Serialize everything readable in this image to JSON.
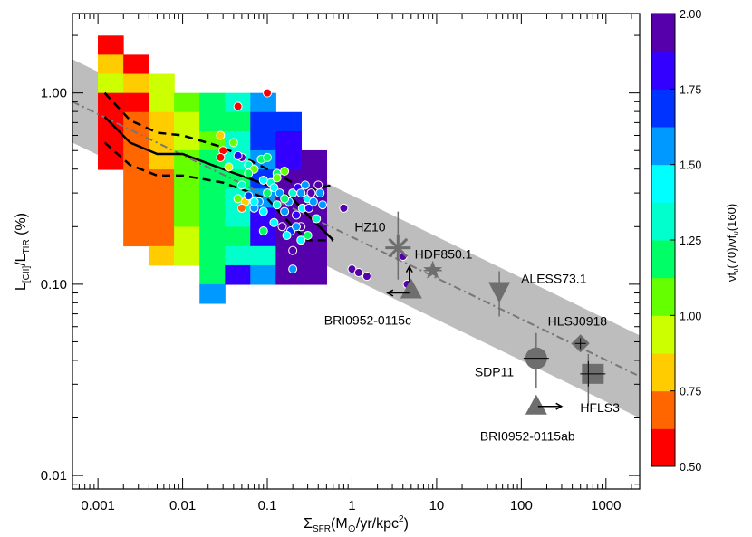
{
  "chart_data": {
    "type": "scatter",
    "title": "",
    "xlabel": "Σ_SFR(M⊙/yr/kpc²)",
    "ylabel": "L[CII]/LTIR (%)",
    "xlabel_parts": {
      "sym": "Σ",
      "sub": "SFR",
      "unit_pre": "(M",
      "sun": "⊙",
      "unit_post": "/yr/kpc",
      "sup": "2",
      "close": ")"
    },
    "ylabel_parts": {
      "L1": "L",
      "sub1": "[CII]",
      "sep": "/L",
      "sub2": "TIR",
      "pct": " (%)"
    },
    "xscale": "log",
    "yscale": "log",
    "xlim": [
      0.0005,
      2500
    ],
    "ylim": [
      0.0085,
      2.6
    ],
    "x_ticks": [
      {
        "v": 0.001,
        "label": "0.001"
      },
      {
        "v": 0.01,
        "label": "0.01"
      },
      {
        "v": 0.1,
        "label": "0.1"
      },
      {
        "v": 1,
        "label": "1"
      },
      {
        "v": 10,
        "label": "10"
      },
      {
        "v": 100,
        "label": "100"
      },
      {
        "v": 1000,
        "label": "1000"
      }
    ],
    "y_ticks": [
      {
        "v": 0.01,
        "label": "0.01"
      },
      {
        "v": 0.1,
        "label": "0.10"
      },
      {
        "v": 1,
        "label": "1.00"
      }
    ],
    "colorbar": {
      "label": "νfν(70)/νfν(160)",
      "label_parts": {
        "a": "ν",
        "b": "f",
        "c": "ν",
        "d": "(70)/",
        "e": "ν",
        "f": "f",
        "g": "ν",
        "h": "(160)"
      },
      "range": [
        0.5,
        2.0
      ],
      "ticks": [
        {
          "v": 0.5,
          "label": "0.50"
        },
        {
          "v": 0.75,
          "label": "0.75"
        },
        {
          "v": 1.0,
          "label": "1.00"
        },
        {
          "v": 1.25,
          "label": "1.25"
        },
        {
          "v": 1.5,
          "label": "1.50"
        },
        {
          "v": 1.75,
          "label": "1.75"
        },
        {
          "v": 2.0,
          "label": "2.00"
        }
      ],
      "colors": [
        "#ff0000",
        "#ff6600",
        "#ffcc00",
        "#ccff00",
        "#66ff00",
        "#00ff66",
        "#00ffcc",
        "#00ffff",
        "#0099ff",
        "#0033ff",
        "#3300ff",
        "#5500aa"
      ]
    },
    "band": {
      "x": [
        0.0005,
        2500
      ],
      "y_low": [
        0.55,
        0.02
      ],
      "y_high": [
        1.5,
        0.054
      ]
    },
    "fit_line": {
      "x": [
        0.0005,
        2500
      ],
      "y": [
        0.9,
        0.033
      ],
      "style": "dash-dot"
    },
    "median_line": {
      "x": [
        0.0012,
        0.0024,
        0.005,
        0.01,
        0.03,
        0.1,
        0.2,
        0.3,
        0.6
      ],
      "y": [
        0.75,
        0.55,
        0.48,
        0.48,
        0.4,
        0.33,
        0.28,
        0.23,
        0.17
      ]
    },
    "upper_dashed": {
      "x": [
        0.0012,
        0.0024,
        0.005,
        0.01,
        0.03,
        0.1,
        0.2,
        0.3,
        0.6
      ],
      "y": [
        1.0,
        0.72,
        0.62,
        0.6,
        0.52,
        0.4,
        0.34,
        0.31,
        0.33
      ]
    },
    "lower_dashed": {
      "x": [
        0.0012,
        0.0024,
        0.005,
        0.01,
        0.03,
        0.1,
        0.2,
        0.3,
        0.6
      ],
      "y": [
        0.55,
        0.42,
        0.37,
        0.37,
        0.34,
        0.28,
        0.2,
        0.17,
        0.17
      ]
    },
    "grid_cells": [
      [
        0.00141,
        1.778,
        0.5
      ],
      [
        0.00141,
        1.413,
        0.8
      ],
      [
        0.00141,
        1.122,
        0.9
      ],
      [
        0.00141,
        0.891,
        0.6
      ],
      [
        0.00141,
        0.708,
        0.55
      ],
      [
        0.00141,
        0.562,
        0.5
      ],
      [
        0.00141,
        0.447,
        0.55
      ],
      [
        0.00282,
        1.413,
        0.55
      ],
      [
        0.00282,
        1.122,
        0.8
      ],
      [
        0.00282,
        0.891,
        0.6
      ],
      [
        0.00282,
        0.708,
        0.7
      ],
      [
        0.00282,
        0.562,
        0.65
      ],
      [
        0.00282,
        0.447,
        0.65
      ],
      [
        0.00282,
        0.355,
        0.68
      ],
      [
        0.00282,
        0.282,
        0.68
      ],
      [
        0.00282,
        0.224,
        0.66
      ],
      [
        0.00282,
        0.178,
        0.68
      ],
      [
        0.00562,
        1.122,
        0.95
      ],
      [
        0.00562,
        0.891,
        0.9
      ],
      [
        0.00562,
        0.708,
        0.75
      ],
      [
        0.00562,
        0.562,
        0.75
      ],
      [
        0.00562,
        0.447,
        0.85
      ],
      [
        0.00562,
        0.355,
        0.7
      ],
      [
        0.00562,
        0.282,
        0.68
      ],
      [
        0.00562,
        0.224,
        0.68
      ],
      [
        0.00562,
        0.178,
        0.68
      ],
      [
        0.00562,
        0.141,
        0.8
      ],
      [
        0.0112,
        0.891,
        1.08
      ],
      [
        0.0112,
        0.708,
        0.95
      ],
      [
        0.0112,
        0.562,
        0.9
      ],
      [
        0.0112,
        0.447,
        1.0
      ],
      [
        0.0112,
        0.355,
        1.0
      ],
      [
        0.0112,
        0.282,
        1.0
      ],
      [
        0.0112,
        0.224,
        1.05
      ],
      [
        0.0112,
        0.178,
        0.95
      ],
      [
        0.0112,
        0.141,
        0.97
      ],
      [
        0.0224,
        0.891,
        1.2
      ],
      [
        0.0224,
        0.708,
        1.2
      ],
      [
        0.0224,
        0.562,
        1.1
      ],
      [
        0.0224,
        0.447,
        1.15
      ],
      [
        0.0224,
        0.355,
        1.15
      ],
      [
        0.0224,
        0.282,
        1.15
      ],
      [
        0.0224,
        0.224,
        1.2
      ],
      [
        0.0224,
        0.178,
        1.15
      ],
      [
        0.0224,
        0.141,
        1.2
      ],
      [
        0.0224,
        0.112,
        1.15
      ],
      [
        0.0224,
        0.0891,
        1.55
      ],
      [
        0.0447,
        0.891,
        1.25
      ],
      [
        0.0447,
        0.708,
        1.2
      ],
      [
        0.0447,
        0.562,
        1.25
      ],
      [
        0.0447,
        0.447,
        1.3
      ],
      [
        0.0447,
        0.355,
        1.2
      ],
      [
        0.0447,
        0.282,
        1.3
      ],
      [
        0.0447,
        0.224,
        1.3
      ],
      [
        0.0447,
        0.178,
        1.2
      ],
      [
        0.0447,
        0.141,
        1.35
      ],
      [
        0.0447,
        0.112,
        1.85
      ],
      [
        0.0891,
        0.891,
        1.62
      ],
      [
        0.0891,
        0.708,
        1.72
      ],
      [
        0.0891,
        0.562,
        1.72
      ],
      [
        0.0891,
        0.447,
        1.55
      ],
      [
        0.0891,
        0.355,
        1.65
      ],
      [
        0.0891,
        0.282,
        1.55
      ],
      [
        0.0891,
        0.224,
        1.75
      ],
      [
        0.0891,
        0.178,
        1.8
      ],
      [
        0.0891,
        0.141,
        1.3
      ],
      [
        0.0891,
        0.112,
        1.5
      ],
      [
        0.178,
        0.708,
        1.65
      ],
      [
        0.178,
        0.562,
        1.85
      ],
      [
        0.178,
        0.447,
        1.85
      ],
      [
        0.178,
        0.355,
        1.9
      ],
      [
        0.178,
        0.282,
        1.9
      ],
      [
        0.178,
        0.224,
        2.0
      ],
      [
        0.178,
        0.178,
        2.0
      ],
      [
        0.178,
        0.141,
        2.0
      ],
      [
        0.178,
        0.112,
        1.9
      ],
      [
        0.355,
        0.447,
        2.0
      ],
      [
        0.355,
        0.355,
        2.0
      ],
      [
        0.355,
        0.282,
        2.0
      ],
      [
        0.355,
        0.224,
        2.0
      ],
      [
        0.355,
        0.178,
        2.0
      ],
      [
        0.355,
        0.141,
        2.0
      ],
      [
        0.355,
        0.112,
        2.0
      ]
    ],
    "points": [
      [
        0.1,
        1.0,
        0.5
      ],
      [
        0.045,
        0.85,
        0.5
      ],
      [
        0.028,
        0.6,
        0.85
      ],
      [
        0.03,
        0.5,
        0.52
      ],
      [
        0.028,
        0.46,
        0.6
      ],
      [
        0.04,
        0.55,
        1.05
      ],
      [
        0.05,
        0.46,
        1.9
      ],
      [
        0.045,
        0.47,
        1.8
      ],
      [
        0.06,
        0.42,
        1.3
      ],
      [
        0.07,
        0.4,
        1.1
      ],
      [
        0.085,
        0.45,
        1.2
      ],
      [
        0.1,
        0.46,
        1.2
      ],
      [
        0.13,
        0.38,
        1.15
      ],
      [
        0.16,
        0.39,
        1.1
      ],
      [
        0.11,
        0.34,
        1.35
      ],
      [
        0.09,
        0.35,
        1.4
      ],
      [
        0.1,
        0.3,
        1.15
      ],
      [
        0.12,
        0.32,
        1.4
      ],
      [
        0.14,
        0.3,
        1.6
      ],
      [
        0.08,
        0.27,
        1.5
      ],
      [
        0.05,
        0.33,
        1.25
      ],
      [
        0.045,
        0.28,
        1.1
      ],
      [
        0.055,
        0.27,
        0.85
      ],
      [
        0.05,
        0.25,
        0.7
      ],
      [
        0.06,
        0.29,
        1.65
      ],
      [
        0.07,
        0.25,
        1.55
      ],
      [
        0.09,
        0.24,
        1.4
      ],
      [
        0.13,
        0.26,
        1.3
      ],
      [
        0.16,
        0.24,
        1.5
      ],
      [
        0.18,
        0.27,
        1.55
      ],
      [
        0.2,
        0.3,
        1.25
      ],
      [
        0.23,
        0.32,
        1.75
      ],
      [
        0.25,
        0.3,
        1.6
      ],
      [
        0.28,
        0.33,
        1.55
      ],
      [
        0.3,
        0.28,
        1.45
      ],
      [
        0.33,
        0.3,
        1.9
      ],
      [
        0.22,
        0.23,
        1.75
      ],
      [
        0.26,
        0.25,
        1.45
      ],
      [
        0.31,
        0.25,
        1.85
      ],
      [
        0.35,
        0.27,
        1.6
      ],
      [
        0.4,
        0.33,
        1.95
      ],
      [
        0.42,
        0.3,
        1.5
      ],
      [
        0.45,
        0.26,
        1.55
      ],
      [
        0.38,
        0.22,
        1.3
      ],
      [
        0.19,
        0.19,
        1.65
      ],
      [
        0.17,
        0.18,
        1.4
      ],
      [
        0.25,
        0.2,
        2.0
      ],
      [
        0.3,
        0.18,
        1.2
      ],
      [
        0.2,
        0.15,
        1.95
      ],
      [
        0.25,
        0.17,
        1.45
      ],
      [
        0.12,
        0.21,
        1.45
      ],
      [
        0.09,
        0.19,
        1.2
      ],
      [
        0.2,
        0.12,
        1.5
      ],
      [
        0.07,
        0.27,
        1.45
      ],
      [
        0.16,
        0.28,
        1.2
      ],
      [
        0.13,
        0.36,
        1.05
      ],
      [
        0.06,
        0.38,
        1.15
      ],
      [
        0.035,
        0.41,
        0.9
      ],
      [
        0.15,
        0.2,
        1.9
      ],
      [
        0.22,
        0.2,
        1.55
      ],
      [
        0.8,
        0.25,
        1.95
      ],
      [
        1.0,
        0.12,
        1.95
      ],
      [
        1.2,
        0.115,
        1.95
      ],
      [
        1.5,
        0.11,
        1.95
      ],
      [
        4.0,
        0.14,
        2.0
      ],
      [
        4.5,
        0.1,
        2.0
      ]
    ],
    "sources": [
      {
        "name": "HZ10",
        "x": 3.5,
        "y": 0.155,
        "marker": "asterisk"
      },
      {
        "name": "HDF850.1",
        "x": 9.0,
        "y": 0.118,
        "marker": "star"
      },
      {
        "name": "BRI0952-0115c",
        "x": 5.0,
        "y": 0.093,
        "marker": "triangle-up"
      },
      {
        "name": "ALESS73.1",
        "x": 55,
        "y": 0.092,
        "marker": "triangle-down"
      },
      {
        "name": "HLSJ0918",
        "x": 500,
        "y": 0.049,
        "marker": "diamond"
      },
      {
        "name": "SDP11",
        "x": 150,
        "y": 0.041,
        "marker": "circle"
      },
      {
        "name": "HFLS3",
        "x": 700,
        "y": 0.034,
        "marker": "square"
      },
      {
        "name": "BRI0952-0115ab",
        "x": 150,
        "y": 0.023,
        "marker": "triangle-up"
      }
    ]
  }
}
